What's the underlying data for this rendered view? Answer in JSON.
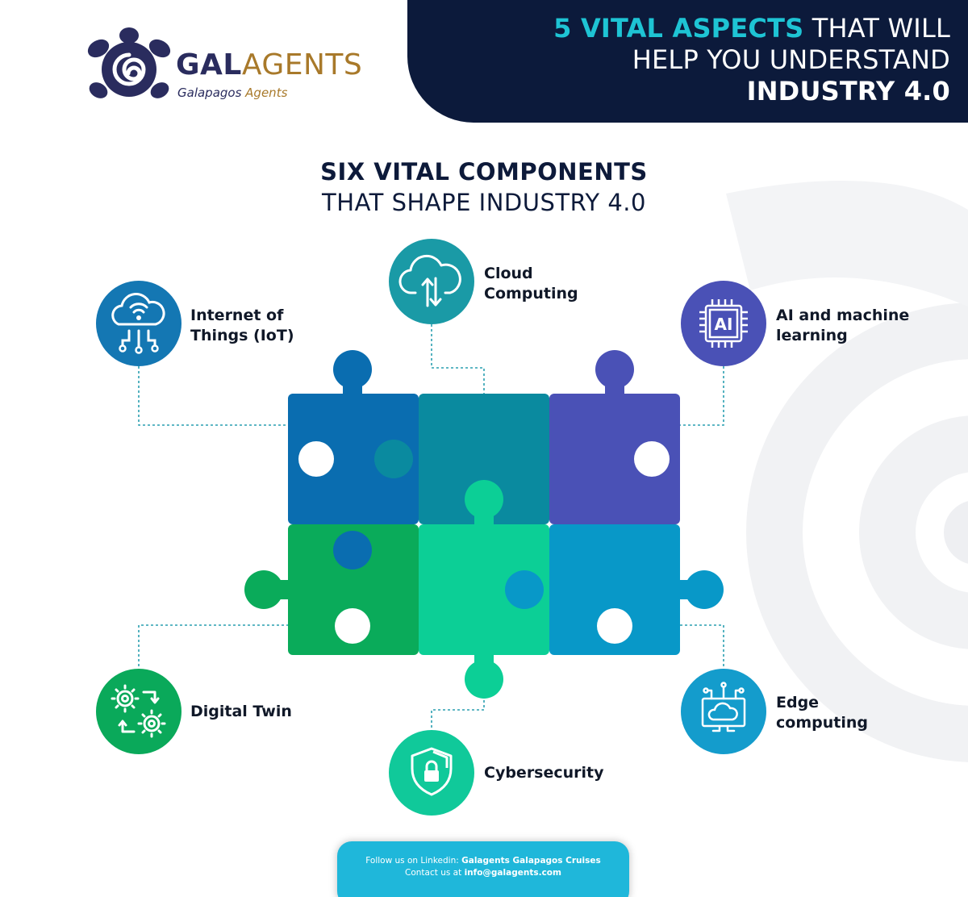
{
  "header": {
    "line1_highlight": "5 VITAL ASPECTS",
    "line1_rest": " THAT WILL",
    "line2": "HELP YOU UNDERSTAND",
    "line3": "INDUSTRY 4.0"
  },
  "logo": {
    "name_part1": "GAL",
    "name_part2": "AGENTS",
    "sub_part1": "Galapagos ",
    "sub_part2": "Agents"
  },
  "heading": {
    "line1": "SIX VITAL COMPONENTS",
    "line2": "THAT SHAPE INDUSTRY 4.0"
  },
  "components": [
    {
      "label1": "Internet of",
      "label2": "Things (IoT)",
      "icon": "iot-cloud-icon",
      "color": "#1477b3"
    },
    {
      "label1": "Cloud",
      "label2": "Computing",
      "icon": "cloud-sync-icon",
      "color": "#1a9aa6"
    },
    {
      "label1": "AI and machine",
      "label2": "learning",
      "icon": "ai-chip-icon",
      "color": "#4a51b6"
    },
    {
      "label1": "Digital Twin",
      "label2": "",
      "icon": "digital-twin-gears-icon",
      "color": "#0aa95a"
    },
    {
      "label1": "Cybersecurity",
      "label2": "",
      "icon": "shield-lock-icon",
      "color": "#10c99a"
    },
    {
      "label1": "Edge",
      "label2": "computing",
      "icon": "edge-cloud-monitor-icon",
      "color": "#149ccc"
    }
  ],
  "puzzle_colors": {
    "top_left": "#0a6db0",
    "top_middle": "#0a8a9f",
    "top_right": "#4a51b6",
    "bottom_left": "#0aab5a",
    "bottom_middle": "#0ccf96",
    "bottom_right": "#0898c8"
  },
  "icon_text": {
    "ai_chip": "AI"
  },
  "footer": {
    "line1_prefix": "Follow us on Linkedin: ",
    "line1_bold": "Galagents Galapagos Cruises",
    "line2_prefix": "Contact us at ",
    "line2_bold": "info@galagents.com"
  }
}
